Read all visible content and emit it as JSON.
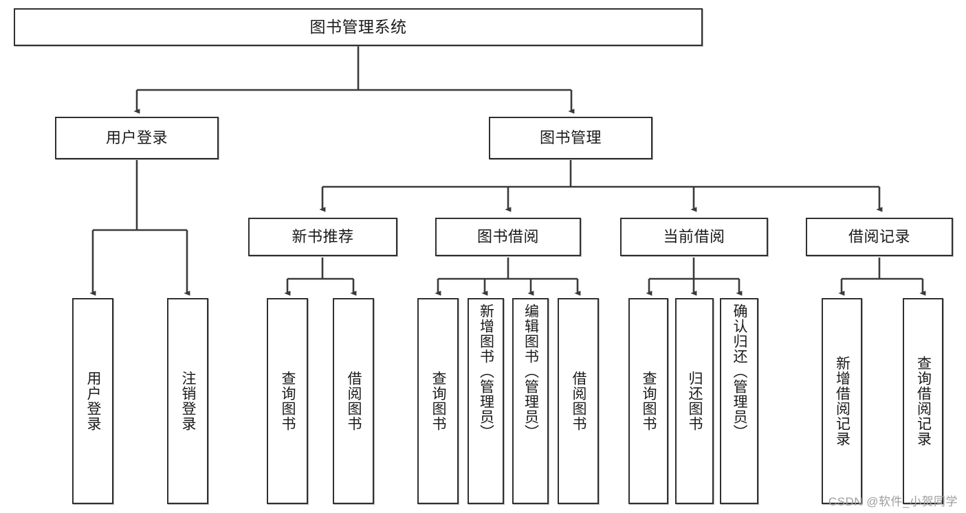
{
  "diagram": {
    "type": "tree",
    "title": "图书管理系统",
    "watermark": "CSDN @软件_小贺同学",
    "colors": {
      "box_border": "#31302f",
      "box_fill": "#ffffff",
      "connector": "#3a3a3a",
      "text": "#1a1a1a",
      "watermark": "#9d9d9d",
      "background": "#ffffff"
    },
    "root": {
      "label": "图书管理系统"
    },
    "level2": [
      {
        "label": "用户登录"
      },
      {
        "label": "图书管理"
      }
    ],
    "level3": [
      {
        "label": "新书推荐"
      },
      {
        "label": "图书借阅"
      },
      {
        "label": "当前借阅"
      },
      {
        "label": "借阅记录"
      }
    ],
    "leaves": {
      "user_login": [
        {
          "label": "用户登录"
        },
        {
          "label": "注销登录"
        }
      ],
      "new_book_recommend": [
        {
          "label": "查询图书"
        },
        {
          "label": "借阅图书"
        }
      ],
      "book_borrow": [
        {
          "label": "查询图书"
        },
        {
          "label": "新增图书（管理员）"
        },
        {
          "label": "编辑图书（管理员）"
        },
        {
          "label": "借阅图书"
        }
      ],
      "current_borrow": [
        {
          "label": "查询图书"
        },
        {
          "label": "归还图书"
        },
        {
          "label": "确认归还（管理员）"
        }
      ],
      "borrow_record": [
        {
          "label": "新增借阅记录"
        },
        {
          "label": "查询借阅记录"
        }
      ]
    }
  }
}
